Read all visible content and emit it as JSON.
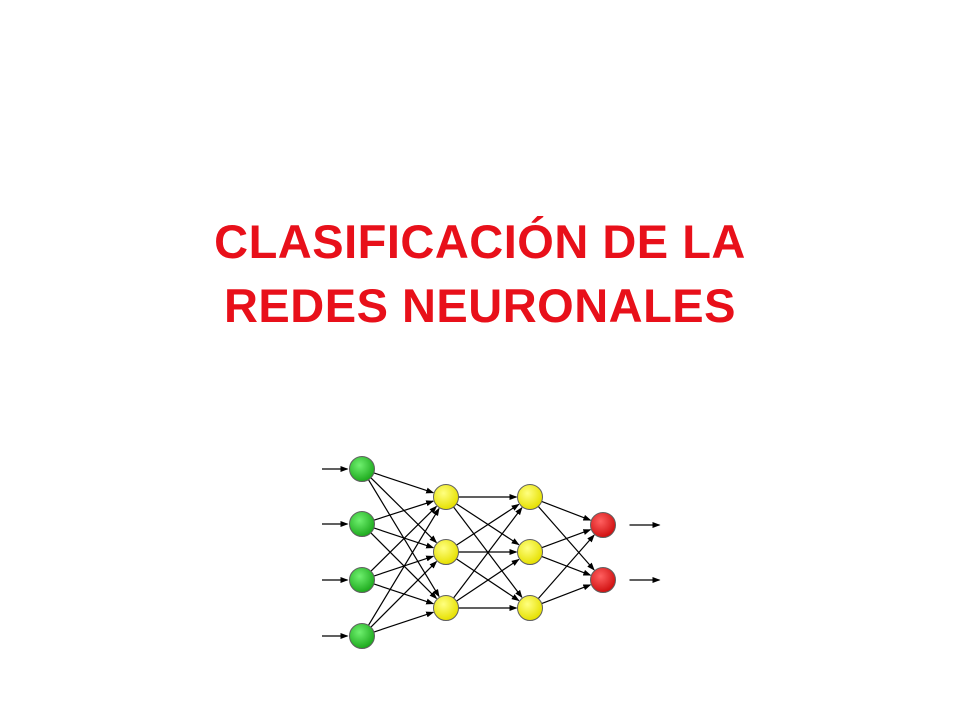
{
  "slide": {
    "title_lines": [
      "CLASIFICACIÓN DE LA",
      "REDES NEURONALES"
    ]
  },
  "network": {
    "layers": [
      {
        "role": "input",
        "count": 4
      },
      {
        "role": "hidden",
        "count": 3
      },
      {
        "role": "hidden",
        "count": 3
      },
      {
        "role": "output",
        "count": 2
      }
    ],
    "fully_connected": true,
    "input_arrows": true,
    "output_arrows": true
  },
  "colors": {
    "title": "#e8101a",
    "input_node": "#22c022",
    "hidden_node": "#f4f400",
    "output_node": "#e81818",
    "node_stroke": "#606060",
    "edge": "#000000"
  }
}
